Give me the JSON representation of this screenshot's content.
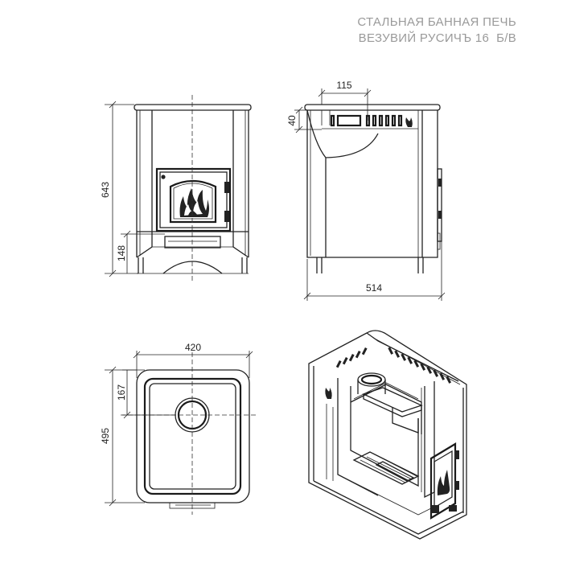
{
  "title": {
    "line1": "СТАЛЬНАЯ БАННАЯ ПЕЧЬ",
    "line2": "ВЕЗУВИЙ РУСИЧЪ 16  Б/В"
  },
  "dimensions": {
    "front_height": "643",
    "front_base_height": "148",
    "side_top_width": "115",
    "side_top_height": "40",
    "side_depth": "514",
    "top_width": "420",
    "top_depth": "495",
    "top_chimney_offset": "167"
  },
  "colors": {
    "line": "#222222",
    "title": "#9a9a9a"
  }
}
